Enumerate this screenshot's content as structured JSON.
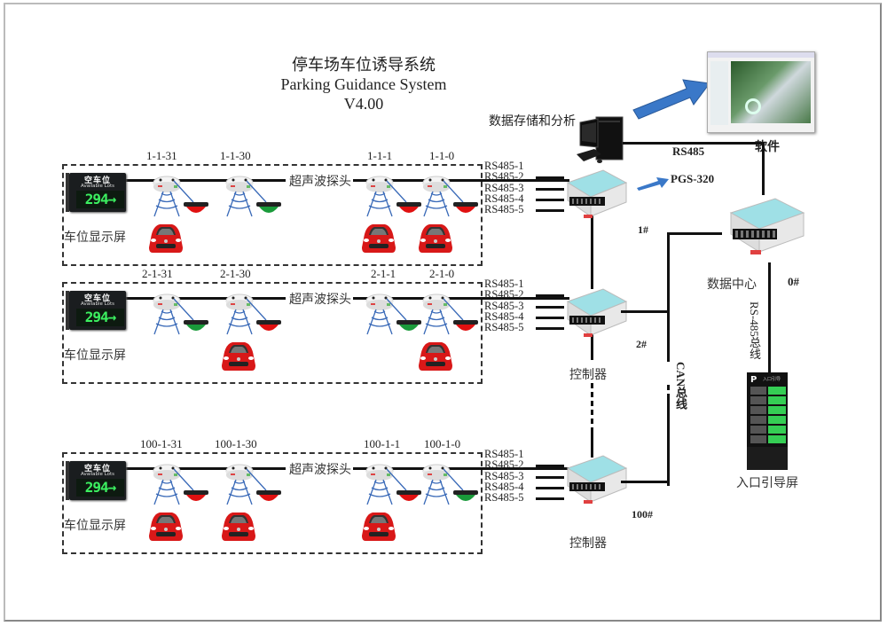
{
  "title": {
    "cn": "停车场车位诱导系统",
    "en": "Parking Guidance System",
    "version": "V4.00"
  },
  "colors": {
    "bus_line": "#111111",
    "led_green": "#3cf060",
    "light_red": "#e01010",
    "light_green": "#1a9a3a",
    "controller_top": "#9fe0e6",
    "software_arrow": "#3a78c8"
  },
  "server": {
    "label": "数据存储和分析",
    "link_label": "RS485",
    "icon": "desktop-computer-icon"
  },
  "software": {
    "label": "软件",
    "icon": "software-screenshot-icon"
  },
  "pgs_label": "PGS-320",
  "data_center": {
    "label": "数据中心",
    "id": "0#",
    "bus_label": "RS-485总线"
  },
  "can_bus_label": "CAN总线",
  "entrance_screen": {
    "label": "入口引导屏",
    "header": "入口引导",
    "rows": [
      "1",
      "2",
      "3",
      "4",
      "5",
      "6"
    ]
  },
  "zones": [
    {
      "display": {
        "title": "空车位",
        "subtitle": "Available Lots",
        "count": "294→",
        "label": "车位显示屏"
      },
      "sensor_label": "超声波探头",
      "sensors": [
        {
          "id": "1-1-31",
          "light": "red",
          "car": true
        },
        {
          "id": "1-1-30",
          "light": "green",
          "car": false
        },
        {
          "id": "1-1-1",
          "light": "red",
          "car": true
        },
        {
          "id": "1-1-0",
          "light": "red",
          "car": true
        }
      ],
      "ports": [
        "RS485-1",
        "RS485-2",
        "RS485-3",
        "RS485-4",
        "RS485-5"
      ],
      "controller": {
        "id": "1#",
        "label": ""
      }
    },
    {
      "display": {
        "title": "空车位",
        "subtitle": "Available Lots",
        "count": "294→",
        "label": "车位显示屏"
      },
      "sensor_label": "超声波探头",
      "sensors": [
        {
          "id": "2-1-31",
          "light": "green",
          "car": false
        },
        {
          "id": "2-1-30",
          "light": "red",
          "car": true
        },
        {
          "id": "2-1-1",
          "light": "green",
          "car": false
        },
        {
          "id": "2-1-0",
          "light": "red",
          "car": true
        }
      ],
      "ports": [
        "RS485-1",
        "RS485-2",
        "RS485-3",
        "RS485-4",
        "RS485-5"
      ],
      "controller": {
        "id": "2#",
        "label": "控制器"
      }
    },
    {
      "display": {
        "title": "空车位",
        "subtitle": "Available Lots",
        "count": "294→",
        "label": "车位显示屏"
      },
      "sensor_label": "超声波探头",
      "sensors": [
        {
          "id": "100-1-31",
          "light": "red",
          "car": true
        },
        {
          "id": "100-1-30",
          "light": "red",
          "car": true
        },
        {
          "id": "100-1-1",
          "light": "red",
          "car": true
        },
        {
          "id": "100-1-0",
          "light": "green",
          "car": false
        }
      ],
      "ports": [
        "RS485-1",
        "RS485-2",
        "RS485-3",
        "RS485-4",
        "RS485-5"
      ],
      "controller": {
        "id": "100#",
        "label": "控制器"
      }
    }
  ]
}
